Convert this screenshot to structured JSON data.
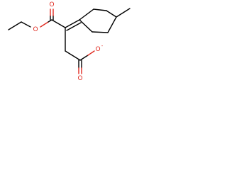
{
  "molecule": {
    "atoms": {
      "ester_carbonyl_oxygen": "O",
      "ester_ether_oxygen": "O",
      "carboxylate_carbonyl_oxygen": "O",
      "carboxylate_anion_oxygen": "O",
      "carboxylate_charge": "-"
    },
    "colors": {
      "bond": "#000000",
      "oxygen": "#e0291f",
      "background": "#ffffff"
    }
  }
}
